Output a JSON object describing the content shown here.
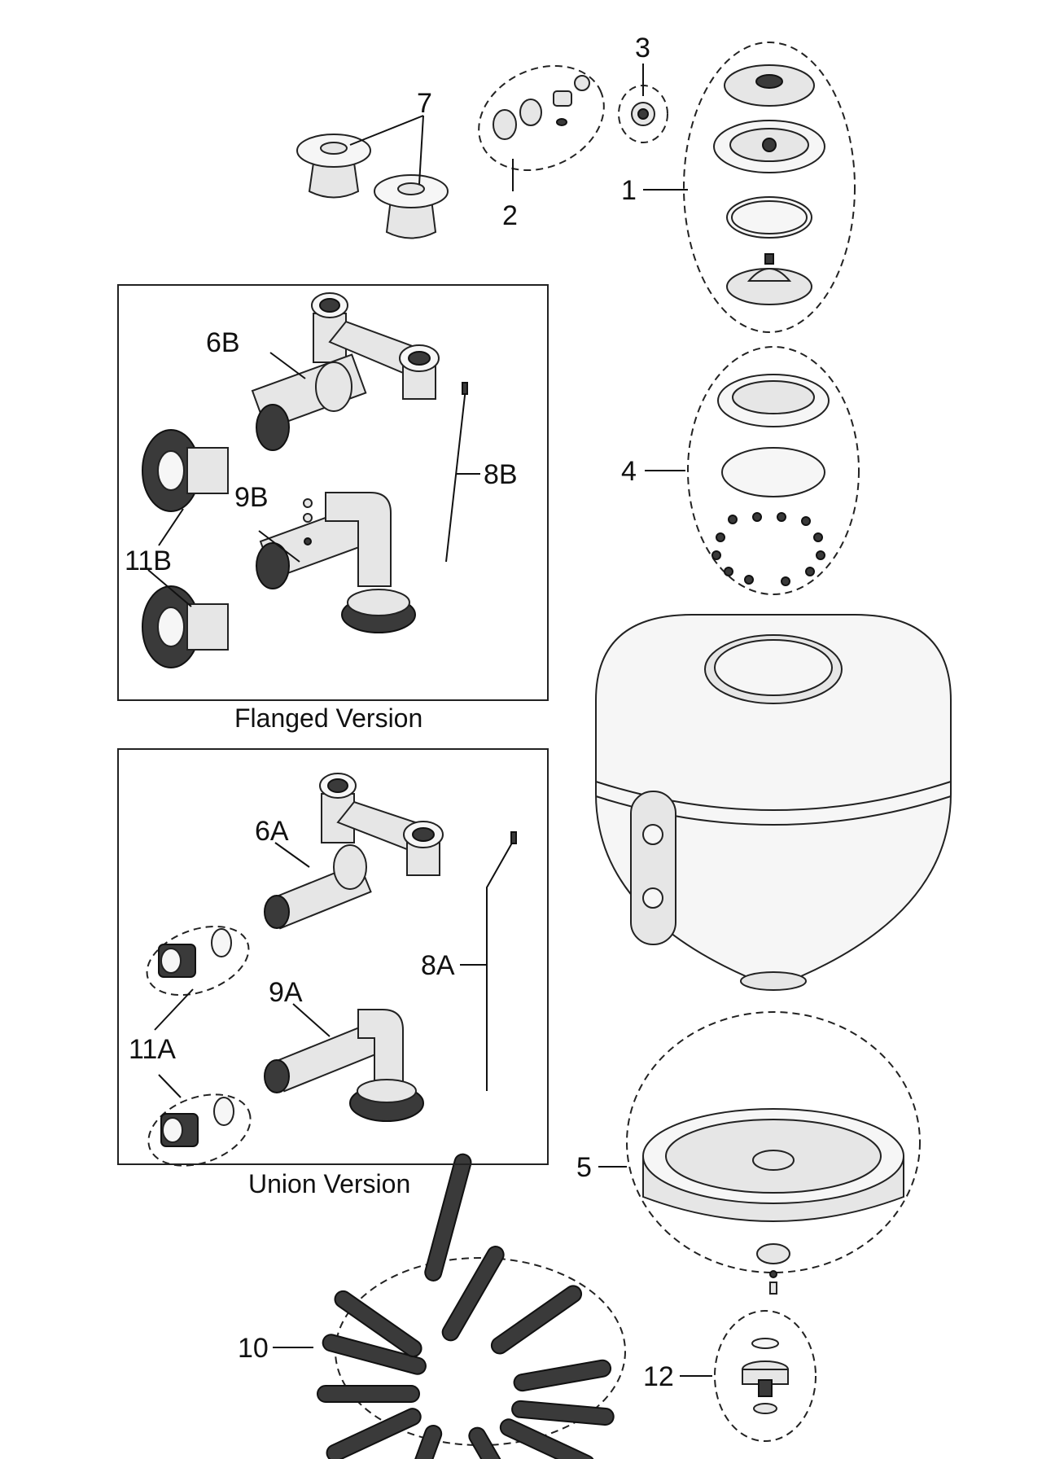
{
  "diagram": {
    "callouts": {
      "c1": "1",
      "c2": "2",
      "c3": "3",
      "c4": "4",
      "c5": "5",
      "c6A": "6A",
      "c6B": "6B",
      "c7": "7",
      "c8A": "8A",
      "c8B": "8B",
      "c9A": "9A",
      "c9B": "9B",
      "c10": "10",
      "c11A": "11A",
      "c11B": "11B",
      "c12": "12"
    },
    "captions": {
      "flanged": "Flanged Version",
      "union": "Union Version"
    }
  }
}
